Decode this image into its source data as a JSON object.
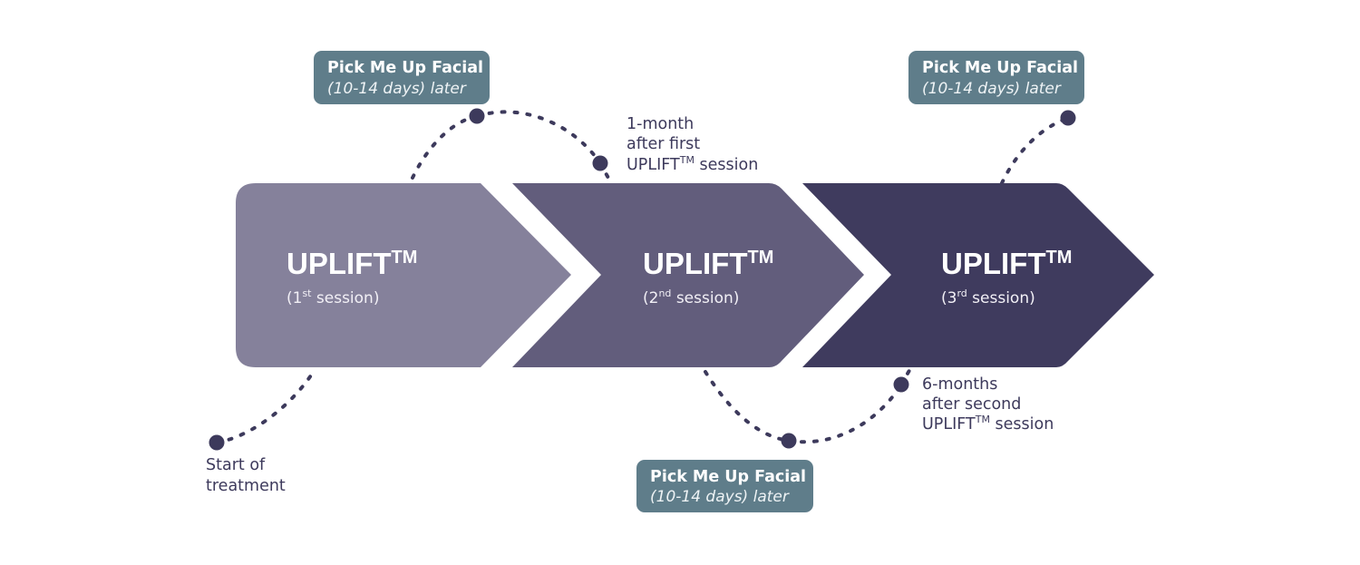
{
  "colors": {
    "stage_1": "#85819b",
    "stage_2": "#625d7c",
    "stage_3": "#3f3b5e",
    "callout": "#5f7d8a",
    "path": "#3d3a5c",
    "label_text": "#3d3a5c"
  },
  "stages": [
    {
      "title": "UPLIFT",
      "tm": "TM",
      "sub_prefix": "(1",
      "sub_sup": "st",
      "sub_suffix": " session)"
    },
    {
      "title": "UPLIFT",
      "tm": "TM",
      "sub_prefix": "(2",
      "sub_sup": "nd",
      "sub_suffix": " session)"
    },
    {
      "title": "UPLIFT",
      "tm": "TM",
      "sub_prefix": "(3",
      "sub_sup": "rd",
      "sub_suffix": " session)"
    }
  ],
  "callouts": [
    {
      "title": "Pick Me Up Facial",
      "sub": "(10-14 days) later"
    },
    {
      "title": "Pick Me Up Facial",
      "sub": "(10-14 days) later"
    },
    {
      "title": "Pick Me Up Facial",
      "sub": "(10-14 days) later"
    }
  ],
  "milestones": {
    "start": {
      "line1": "Start of",
      "line2": "treatment"
    },
    "one_month": {
      "line1": "1-month",
      "line2": "after first",
      "line3_prefix": "UPLIFT",
      "line3_sup": "TM",
      "line3_suffix": " session"
    },
    "six_months": {
      "line1": "6-months",
      "line2": "after second",
      "line3_prefix": "UPLIFT",
      "line3_sup": "TM",
      "line3_suffix": " session"
    }
  }
}
